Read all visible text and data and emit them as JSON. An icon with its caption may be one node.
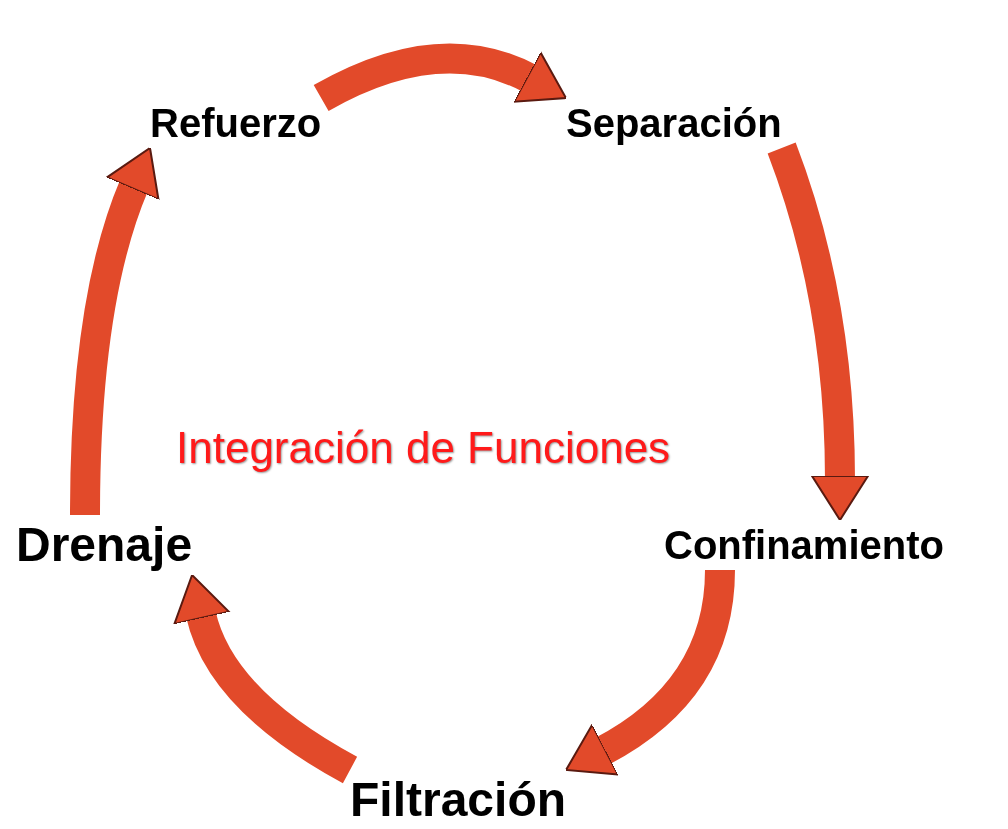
{
  "diagram": {
    "nodes": [
      {
        "text": [
          "Refuerzo"
        ]
      },
      {
        "text": [
          "Separación"
        ]
      },
      {
        "text": [
          "Confinamiento"
        ]
      },
      {
        "text": [
          "Filtración"
        ]
      },
      {
        "text": [
          "Drenaje"
        ]
      }
    ],
    "edges": [
      {
        "from": 0,
        "to": 1,
        "arrow": "to"
      },
      {
        "from": 1,
        "to": 2,
        "arrow": "to"
      },
      {
        "from": 2,
        "to": 3,
        "arrow": "to"
      },
      {
        "from": 3,
        "to": 4,
        "arrow": "to"
      },
      {
        "from": 4,
        "to": 0,
        "arrow": "to"
      }
    ],
    "labels": [
      "Integración de Funciones"
    ]
  }
}
